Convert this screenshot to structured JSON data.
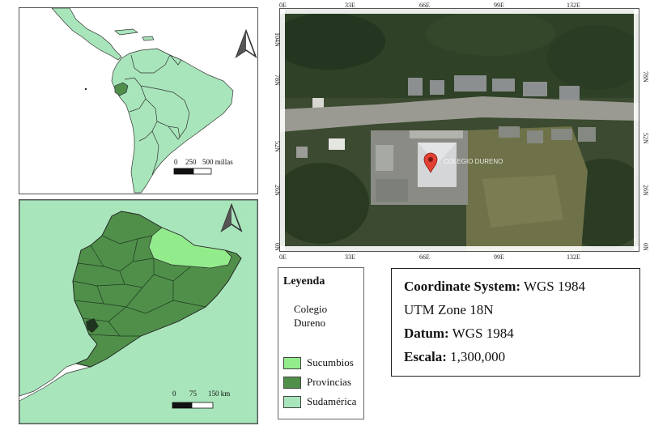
{
  "colors": {
    "sudamerica": "#a8e5bb",
    "provincias": "#4f8f4a",
    "sucumbios": "#93ec8c",
    "ocean": "#ffffff",
    "marker": "#e04133"
  },
  "sa_map": {
    "north_arrow": "north-arrow-icon",
    "scalebar": {
      "label_0": "0",
      "label_1": "250",
      "label_2": "500 millas"
    }
  },
  "ec_map": {
    "north_arrow": "north-arrow-icon",
    "scalebar": {
      "label_0": "0",
      "label_1": "75",
      "label_2": "150 km"
    }
  },
  "sat_map": {
    "x_ticks": [
      "0E",
      "33E",
      "66E",
      "99E",
      "132E"
    ],
    "y_ticks": [
      "104N",
      "78N",
      "52N",
      "26N",
      "0N"
    ],
    "place_label": "COLEGIO DURENO",
    "marker_icon": "map-pin-icon"
  },
  "legend": {
    "title": "Leyenda",
    "point_label_1": "Colegio",
    "point_label_2": "Dureno",
    "items": [
      {
        "label": "Sucumbios",
        "color": "#93ec8c"
      },
      {
        "label": "Provincias",
        "color": "#4f8f4a"
      },
      {
        "label": "Sudamérica",
        "color": "#a8e5bb"
      }
    ]
  },
  "info": {
    "cs_label": "Coordinate System:",
    "cs_value": "WGS 1984",
    "utm": "UTM Zone 18N",
    "datum_label": "Datum:",
    "datum_value": "WGS 1984",
    "scale_label": "Escala:",
    "scale_value": "1,300,000"
  }
}
